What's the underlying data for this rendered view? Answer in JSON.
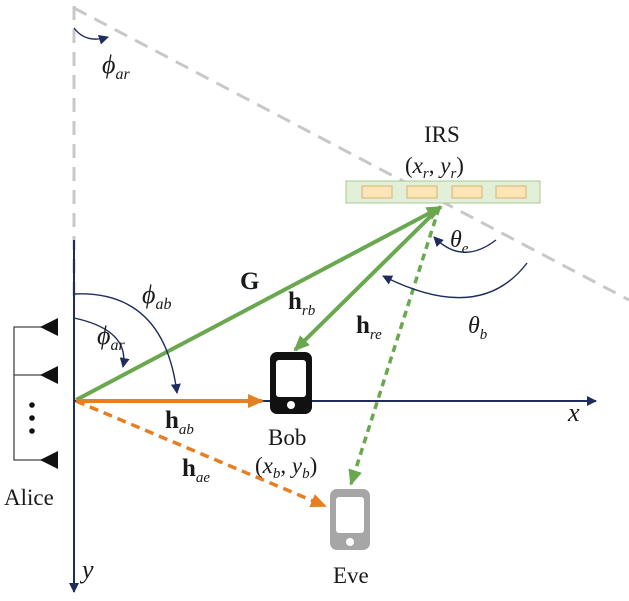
{
  "labels": {
    "irs_title": "IRS",
    "irs_coord_open": "(",
    "irs_coord_x": "x",
    "irs_coord_x_sub": "r",
    "irs_coord_sep": ", ",
    "irs_coord_y": "y",
    "irs_coord_y_sub": "r",
    "irs_coord_close": ")",
    "bob_name": "Bob",
    "bob_coord_open": "(",
    "bob_coord_x": "x",
    "bob_coord_x_sub": "b",
    "bob_coord_sep": ", ",
    "bob_coord_y": "y",
    "bob_coord_y_sub": "b",
    "bob_coord_close": ")",
    "eve_name": "Eve",
    "alice_name": "Alice",
    "axis_x": "x",
    "axis_y": "y",
    "channel_G": "G",
    "channel_h": "h",
    "sub_rb": "rb",
    "sub_re": "re",
    "sub_ab": "ab",
    "sub_ae": "ae",
    "angle_phi": "ϕ",
    "angle_theta": "θ",
    "sub_ar": "ar",
    "sub_e": "e",
    "sub_b": "b",
    "ellipsis": "⋮"
  },
  "colors": {
    "green": "#6aa84f",
    "green_dark": "#5b9a3d",
    "orange": "#e67e22",
    "navy": "#1f2d5c",
    "dashed_gray": "#c8c8c8",
    "irs_fill": "#e2efd9",
    "irs_element": "#fbe5b6",
    "eve_gray": "#a6a6a6",
    "black": "#111111"
  },
  "icons": [
    "phone-icon",
    "antenna-icon"
  ]
}
